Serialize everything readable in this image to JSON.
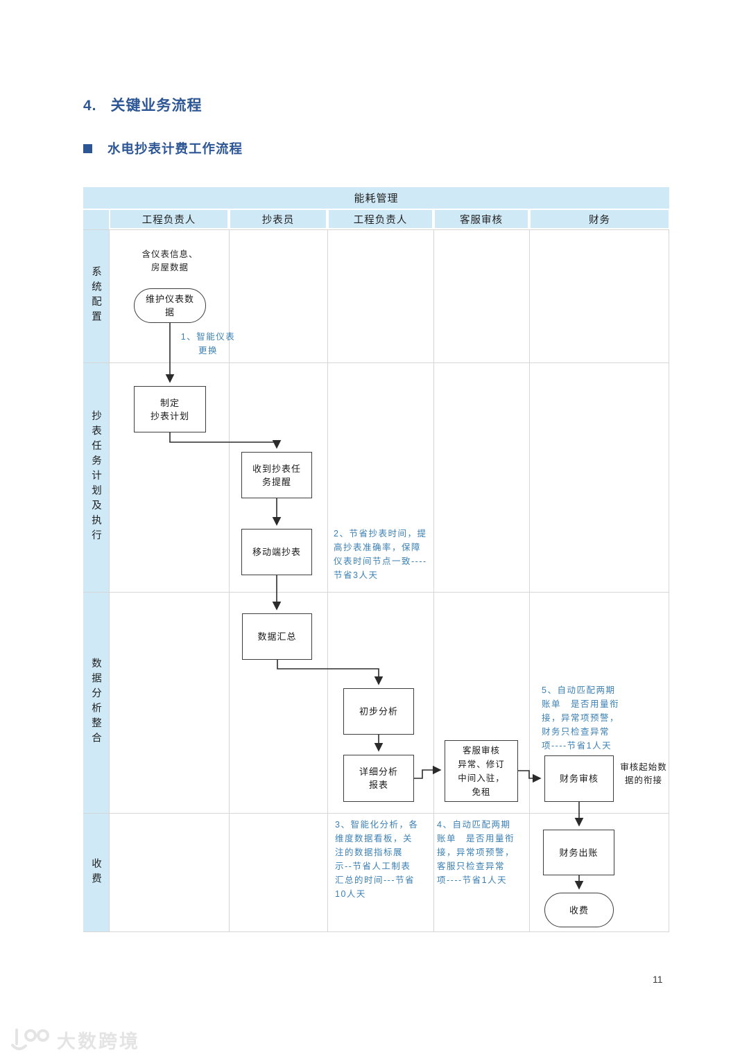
{
  "page": {
    "number": "11"
  },
  "heading": {
    "section": "4.",
    "title": "关键业务流程",
    "subtitle": "水电抄表计费工作流程"
  },
  "diagram": {
    "title": "能耗管理",
    "columns": [
      "工程负责人",
      "抄表员",
      "工程负责人",
      "客服审核",
      "财务"
    ],
    "rows": [
      "系统配置",
      "抄表任务计划及执行",
      "数据分析整合",
      "收费"
    ],
    "nodes": {
      "meter_info_note": "含仪表信息、\n房屋数据",
      "maintain_meter_data": "维护仪表数\n据",
      "make_reading_plan": "制定\n抄表计划",
      "receive_task_reminder": "收到抄表任\n务提醒",
      "mobile_meter_reading": "移动端抄表",
      "data_summary": "数据汇总",
      "preliminary_analysis": "初步分析",
      "detailed_analysis_report": "详细分析\n报表",
      "cs_review": "客服审核\n异常、修订\n中间入驻，\n免租",
      "finance_review": "财务审核",
      "finance_review_note": "审核起始数\n据的衔接",
      "finance_billing": "财务出账",
      "charge": "收费"
    },
    "annotations": {
      "a1": "1、智能仪表\n更换",
      "a2": "2、节省抄表时间，提\n高抄表准确率，保障\n仪表时间节点一致----\n节省3人天",
      "a3": "3、智能化分析，各\n维度数据看板，关\n注的数据指标展\n示--节省人工制表\n汇总的时间---节省\n10人天",
      "a4": "4、自动匹配两期\n账单　是否用量衔\n接，异常项预警，\n客服只检查异常\n项----节省1人天",
      "a5": "5、自动匹配两期\n账单　是否用量衔\n接，异常项预警，\n财务只检查异常\n项----节省1人天"
    },
    "colors": {
      "band": "#cfe9f6",
      "annotation_blue": "#3c80b4",
      "heading_blue": "#2d5695"
    }
  },
  "watermark": {
    "text": "大数跨境"
  }
}
